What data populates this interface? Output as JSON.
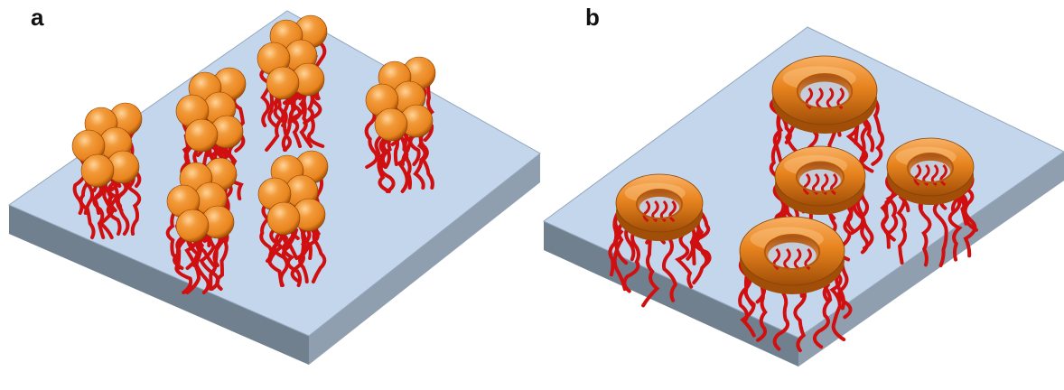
{
  "panels": [
    {
      "label": "a",
      "particle": "sphere",
      "cluster_count": 6,
      "particles_per_cluster": 6
    },
    {
      "label": "b",
      "particle": "torus",
      "cluster_count": 5
    }
  ],
  "colors": {
    "substrate_top": "#c4d6ec",
    "substrate_left": "#70808f",
    "substrate_right": "#8f9faf",
    "substrate_edge": "#93a7bd",
    "particle_orange": "#e8841e",
    "particle_highlight": "#ffd49a",
    "particle_shadow": "#a04e08",
    "ligand_red": "#d01010"
  }
}
